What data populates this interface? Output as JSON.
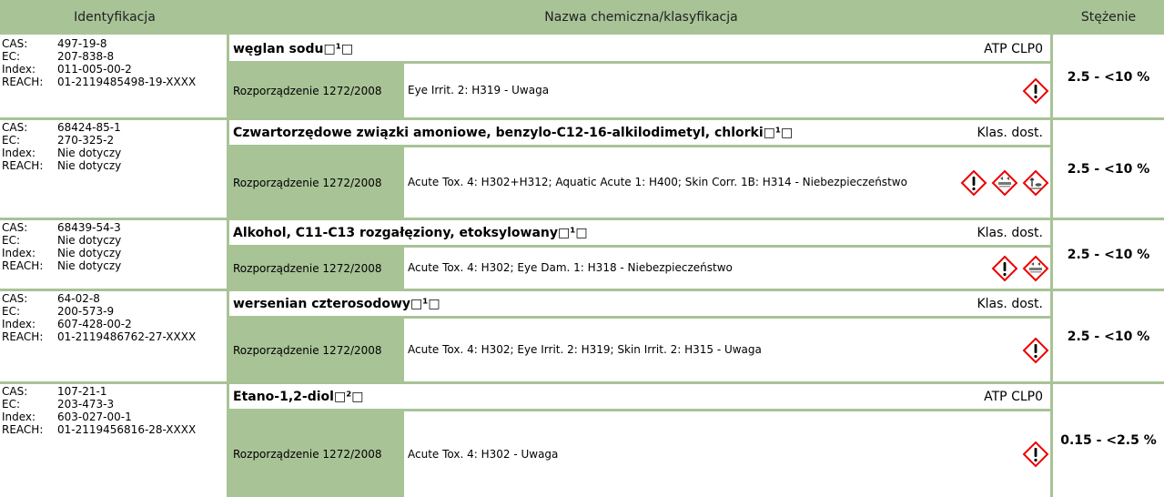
{
  "header": {
    "col_id": "Identyfikacja",
    "col_name": "Nazwa chemiczna/klasyfikacja",
    "col_conc": "Stężenie"
  },
  "rows": [
    {
      "ids": [
        {
          "k": "CAS:",
          "v": "497-19-8"
        },
        {
          "k": "EC:",
          "v": "207-838-8"
        },
        {
          "k": "Index:",
          "v": "011-005-00-2"
        },
        {
          "k": "REACH:",
          "v": "01-2119485498-19-XXXX"
        }
      ],
      "name": "węglan sodu□¹□",
      "source": "ATP CLP0",
      "regulation": "Rozporządzenie 1272/2008",
      "classification": "Eye Irrit. 2: H319 - Uwaga",
      "pictograms": [
        "exclamation-mark-icon"
      ],
      "concentration": "2.5 - <10 %"
    },
    {
      "ids": [
        {
          "k": "CAS:",
          "v": "68424-85-1"
        },
        {
          "k": "EC:",
          "v": "270-325-2"
        },
        {
          "k": "Index:",
          "v": "Nie dotyczy"
        },
        {
          "k": "REACH:",
          "v": "Nie dotyczy"
        }
      ],
      "name": "Czwartorzędowe związki amoniowe, benzylo-C12-16-alkilodimetyl, chlorki□¹□",
      "source": "Klas. dost.",
      "regulation": "Rozporządzenie 1272/2008",
      "classification": "Acute Tox. 4: H302+H312; Aquatic Acute 1: H400; Skin Corr. 1B: H314 - Niebezpieczeństwo",
      "pictograms": [
        "exclamation-mark-icon",
        "corrosion-icon",
        "environment-icon"
      ],
      "concentration": "2.5 - <10 %"
    },
    {
      "ids": [
        {
          "k": "CAS:",
          "v": "68439-54-3"
        },
        {
          "k": "EC:",
          "v": "Nie dotyczy"
        },
        {
          "k": "Index:",
          "v": "Nie dotyczy"
        },
        {
          "k": "REACH:",
          "v": "Nie dotyczy"
        }
      ],
      "name": "Alkohol, C11-C13 rozgałęziony, etoksylowany□¹□",
      "source": "Klas. dost.",
      "regulation": "Rozporządzenie 1272/2008",
      "classification": "Acute Tox. 4: H302; Eye Dam. 1: H318 - Niebezpieczeństwo",
      "pictograms": [
        "exclamation-mark-icon",
        "corrosion-icon"
      ],
      "concentration": "2.5 - <10 %"
    },
    {
      "ids": [
        {
          "k": "CAS:",
          "v": "64-02-8"
        },
        {
          "k": "EC:",
          "v": "200-573-9"
        },
        {
          "k": "Index:",
          "v": "607-428-00-2"
        },
        {
          "k": "REACH:",
          "v": "01-2119486762-27-XXXX"
        }
      ],
      "name": "wersenian czterosodowy□¹□",
      "source": "Klas. dost.",
      "regulation": "Rozporządzenie 1272/2008",
      "classification": "Acute Tox. 4: H302; Eye Irrit. 2: H319; Skin Irrit. 2: H315 - Uwaga",
      "pictograms": [
        "exclamation-mark-icon"
      ],
      "concentration": "2.5 - <10 %"
    },
    {
      "ids": [
        {
          "k": "CAS:",
          "v": "107-21-1"
        },
        {
          "k": "EC:",
          "v": "203-473-3"
        },
        {
          "k": "Index:",
          "v": "603-027-00-1"
        },
        {
          "k": "REACH:",
          "v": "01-2119456816-28-XXXX"
        }
      ],
      "name": "Etano-1,2-diol□²□",
      "source": "ATP CLP0",
      "regulation": "Rozporządzenie 1272/2008",
      "classification": "Acute Tox. 4: H302 - Uwaga",
      "pictograms": [
        "exclamation-mark-icon"
      ],
      "concentration": "0.15 - <2.5 %"
    }
  ]
}
